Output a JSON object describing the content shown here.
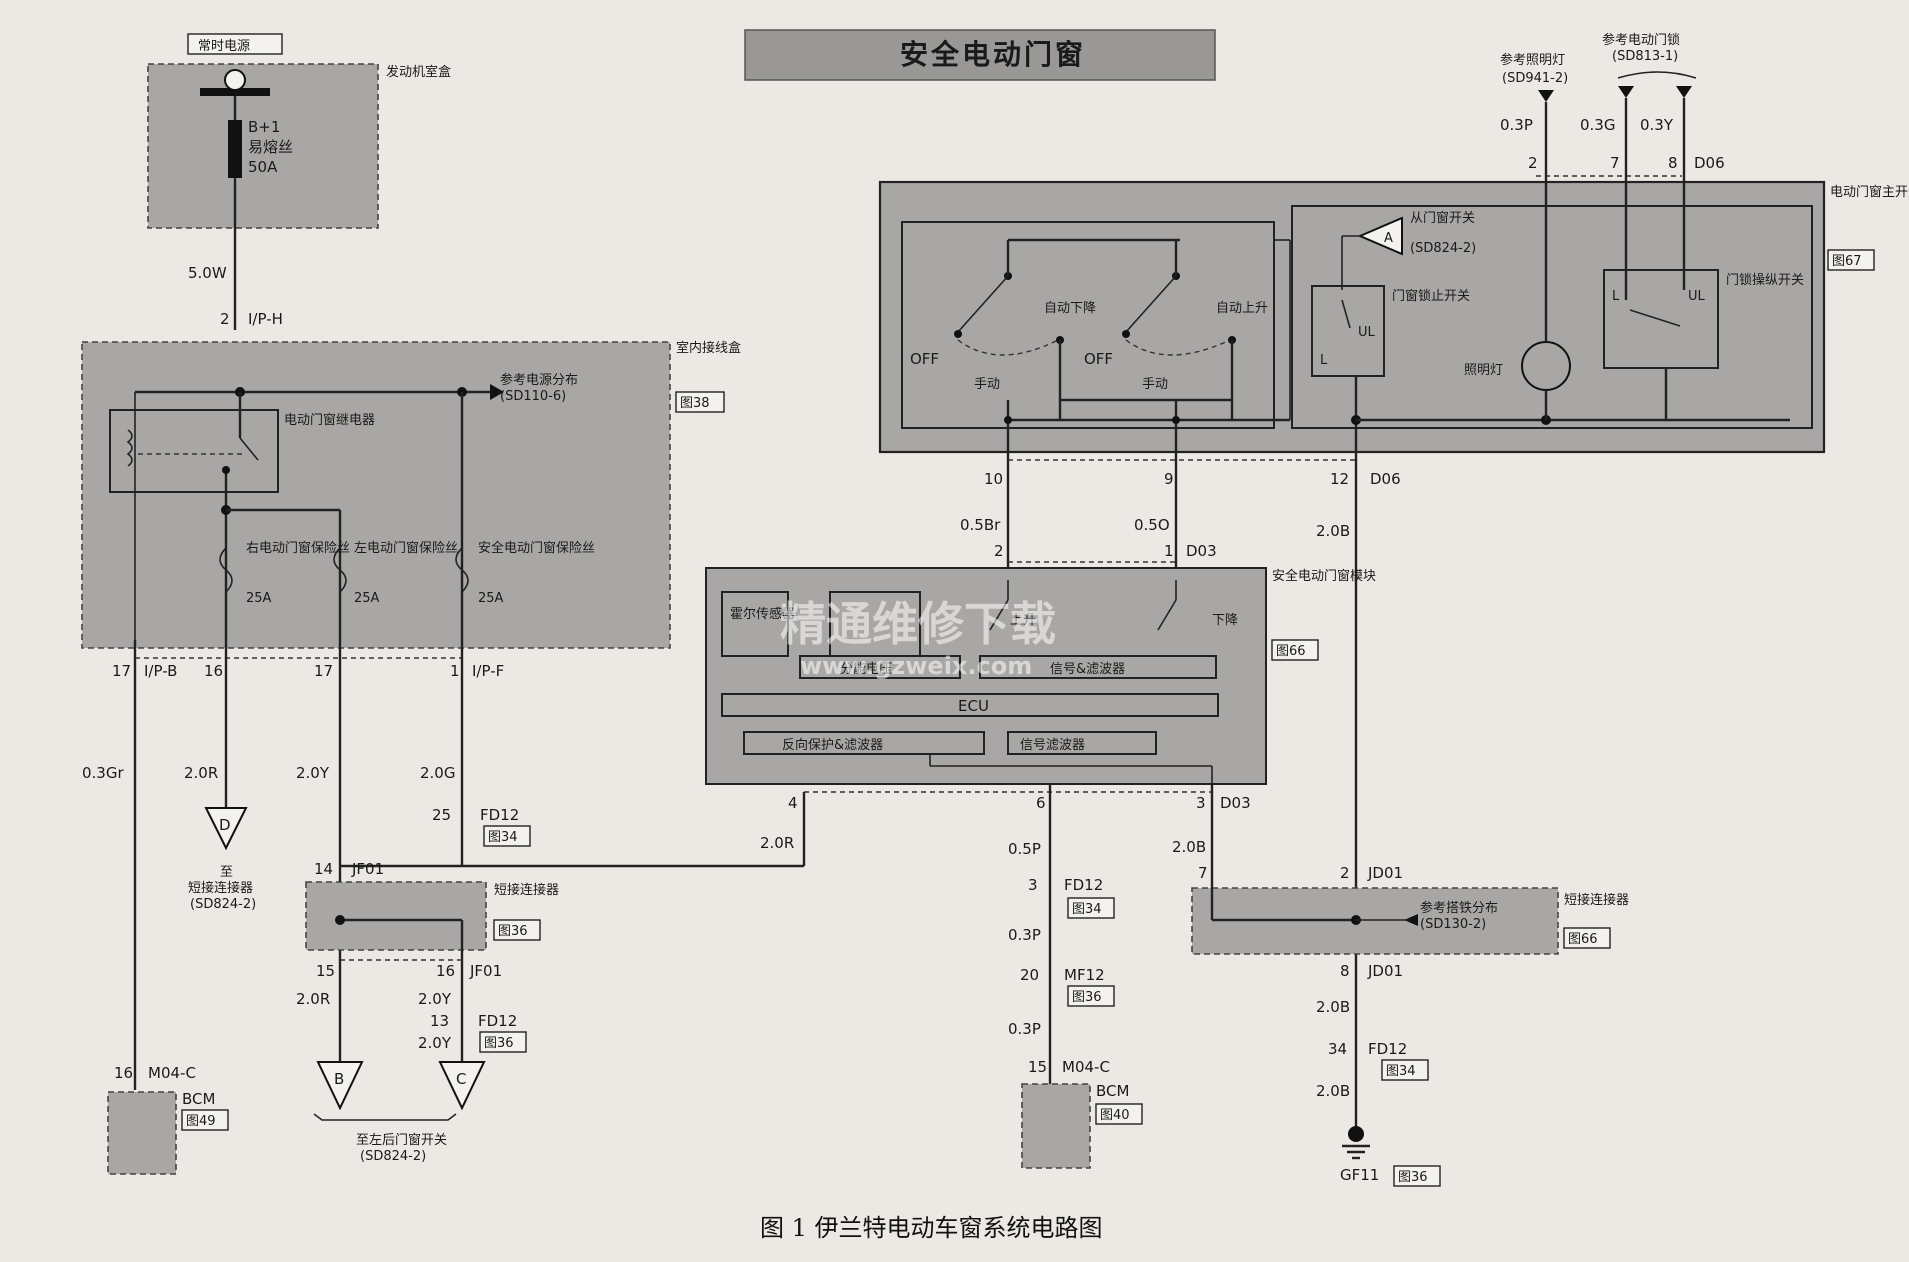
{
  "title": "安全电动门窗",
  "caption": "图 1    伊兰特电动车窗系统电路图",
  "watermark": {
    "line1": "精通维修下载",
    "line2": "www.gzweix.com"
  },
  "power": {
    "const_label": "常时电源",
    "engine_box": "发动机室盒",
    "fuse_label": "B+1",
    "fuse_type": "易熔丝",
    "fuse_amp": "50A",
    "wire": "5.0W",
    "pin": "2",
    "connector": "I/P-H"
  },
  "junction": {
    "name": "室内接线盒",
    "fig": "图38",
    "ref_text": "参考电源分布",
    "ref_code": "(SD110-6)",
    "relay": "电动门窗继电器",
    "fuse_right": "右电动门窗保险丝",
    "fuse_left": "左电动门窗保险丝",
    "fuse_safety": "安全电动门窗保险丝",
    "fuse_amp": "25A",
    "pins": [
      {
        "num": "17",
        "conn": "I/P-B",
        "wire": "0.3Gr"
      },
      {
        "num": "16",
        "conn": "",
        "wire": "2.0R"
      },
      {
        "num": "17",
        "conn": "",
        "wire": "2.0Y"
      },
      {
        "num": "1",
        "conn": "I/P-F",
        "wire": "2.0G"
      }
    ]
  },
  "left_bottom": {
    "d_label": "D",
    "d_to": "至",
    "d_text": "短接连接器",
    "d_code": "(SD824-2)",
    "fd12_pin": "25",
    "fd12": "FD12",
    "fig34": "图34",
    "jf_top_pin": "14",
    "jf_conn": "JF01",
    "short_conn": "短接连接器",
    "fig36": "图36",
    "jf_pin15": "15",
    "jf_pin16": "16",
    "wire_r": "2.0R",
    "wire_y": "2.0Y",
    "fd12_pin13": "13",
    "b_label": "B",
    "c_label": "C",
    "rear_text": "至左后门窗开关",
    "rear_code": "(SD824-2)",
    "bcm_pin": "16",
    "bcm_conn": "M04-C",
    "bcm": "BCM",
    "fig49": "图49"
  },
  "main_switch": {
    "name": "电动门窗主开关",
    "fig": "图67",
    "auto_down": "自动下降",
    "auto_up": "自动上升",
    "off": "OFF",
    "manual": "手动",
    "slave_switch": "从门窗开关",
    "slave_code": "(SD824-2)",
    "a_label": "A",
    "lock_stop": "门窗锁止开关",
    "lock_ctrl": "门锁操纵开关",
    "lamp": "照明灯",
    "l_label": "L",
    "ul_label": "UL",
    "ref_light": "参考照明灯",
    "ref_light_code": "(SD941-2)",
    "ref_lock": "参考电动门锁",
    "ref_lock_code": "(SD813-1)",
    "wire_top": [
      "0.3P",
      "0.3G",
      "0.3Y"
    ],
    "pins_top": [
      "2",
      "7",
      "8"
    ],
    "conn_top": "D06",
    "pins_bottom": [
      "10",
      "9",
      "12"
    ],
    "conn_bottom": "D06",
    "wire_bottom": [
      "0.5Br",
      "0.5O",
      "2.0B"
    ]
  },
  "safety_module": {
    "name": "安全电动门窗模块",
    "fig": "图66",
    "hall": "霍尔传感器",
    "up": "上升",
    "down": "下降",
    "divider": "分能电压",
    "signal_filter_top": "信号&滤波器",
    "ecu": "ECU",
    "reverse": "反向保护&滤波器",
    "signal_filter": "信号滤波器",
    "pin_in_2": "2",
    "pin_in_1": "1",
    "conn_in": "D03",
    "pin_out_4": "4",
    "pin_out_6": "6",
    "pin_out_3": "3",
    "conn_out": "D03",
    "wire_4": "2.0R",
    "wire_3": "2.0B"
  },
  "middle_bottom": {
    "wire_05p": "0.5P",
    "fd12_pin": "3",
    "fd12": "FD12",
    "fig34": "图34",
    "wire_03p_a": "0.3P",
    "mf12_pin": "20",
    "mf12": "MF12",
    "fig36": "图36",
    "wire_03p_b": "0.3P",
    "bcm_pin": "15",
    "bcm_conn": "M04-C",
    "bcm": "BCM",
    "fig40": "图40"
  },
  "right_bottom": {
    "pin7": "7",
    "pin2": "2",
    "jd01": "JD01",
    "ground_ref": "参考搭铁分布",
    "ground_code": "(SD130-2)",
    "short_conn": "短接连接器",
    "fig66": "图66",
    "pin8": "8",
    "wire_a": "2.0B",
    "fd12_pin": "34",
    "fd12": "FD12",
    "fig34": "图34",
    "wire_b": "2.0B",
    "gf11": "GF11",
    "fig36": "图36"
  }
}
